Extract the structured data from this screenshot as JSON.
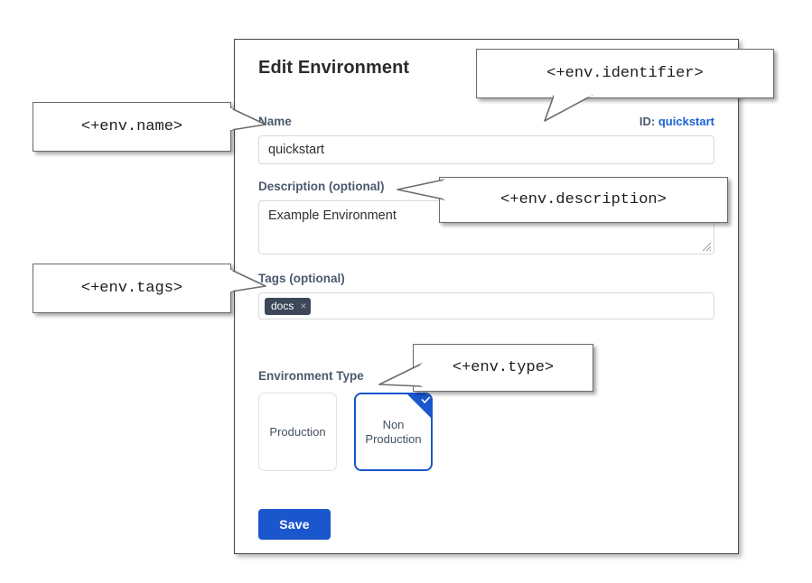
{
  "dialog": {
    "title": "Edit Environment",
    "name": {
      "label": "Name",
      "value": "quickstart"
    },
    "identifier": {
      "prefix": "ID:",
      "value": "quickstart"
    },
    "description": {
      "label": "Description (optional)",
      "value": "Example Environment"
    },
    "tags": {
      "label": "Tags (optional)",
      "chips": [
        {
          "text": "docs",
          "remove": "×"
        }
      ]
    },
    "environment_type": {
      "label": "Environment Type",
      "options": [
        {
          "label": "Production",
          "selected": false
        },
        {
          "label": "Non\nProduction",
          "line1": "Non",
          "line2": "Production",
          "selected": true
        }
      ]
    },
    "save_label": "Save"
  },
  "callouts": [
    {
      "id": "name",
      "text": "<+env.name>"
    },
    {
      "id": "identifier",
      "text": "<+env.identifier>"
    },
    {
      "id": "description",
      "text": "<+env.description>"
    },
    {
      "id": "tags",
      "text": "<+env.tags>"
    },
    {
      "id": "type",
      "text": "<+env.type>"
    }
  ],
  "colors": {
    "accent": "#1a56cc",
    "link": "#1a62d6",
    "label": "#4c5a6e",
    "chip": "#3c4858",
    "panel_border": "#4a4a4a"
  }
}
